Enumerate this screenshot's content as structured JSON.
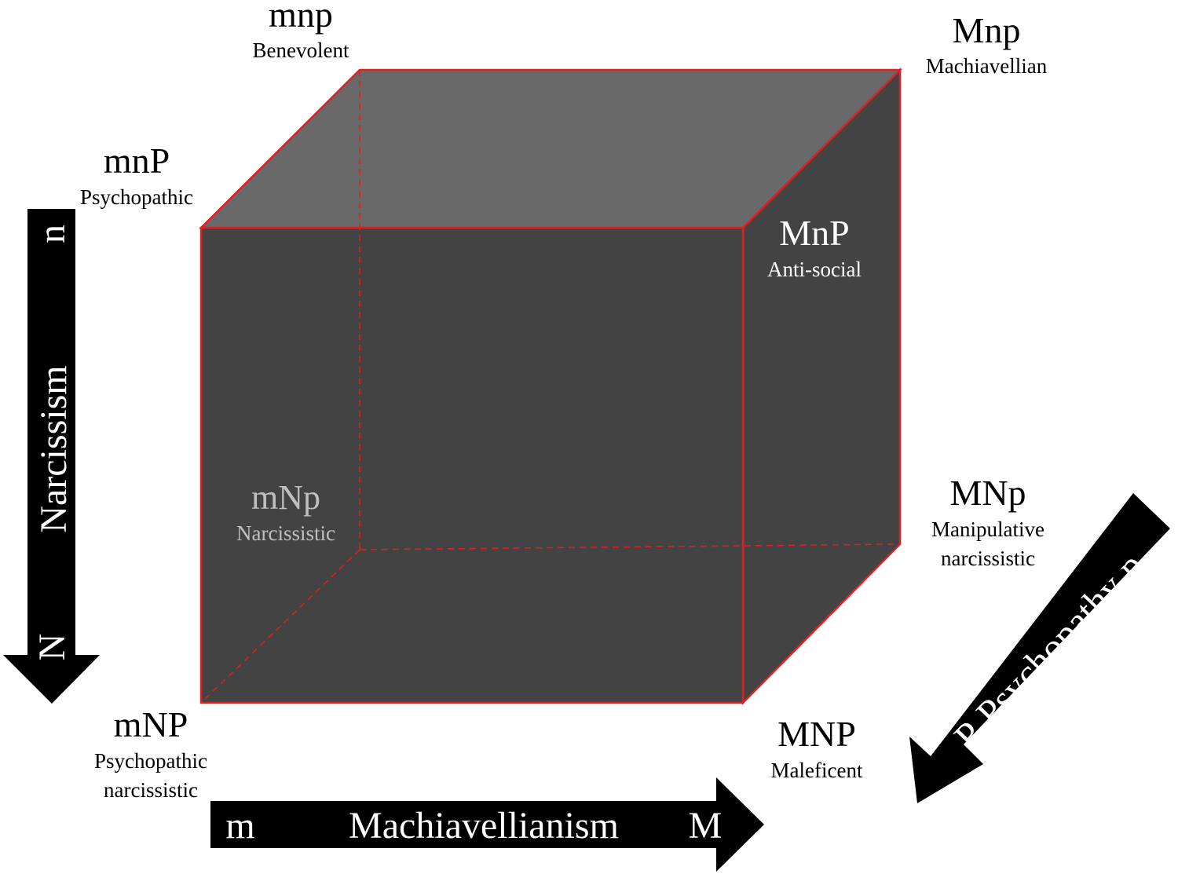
{
  "corners": {
    "mnp": {
      "code": "mnp",
      "desc": "Benevolent"
    },
    "Mnp": {
      "code": "Mnp",
      "desc": "Machiavellian"
    },
    "mnP": {
      "code": "mnP",
      "desc": "Psychopathic"
    },
    "MnP": {
      "code": "MnP",
      "desc": "Anti-social"
    },
    "mNp": {
      "code": "mNp",
      "desc": "Narcissistic"
    },
    "MNp": {
      "code": "MNp",
      "desc_line1": "Manipulative",
      "desc_line2": "narcissistic"
    },
    "mNP": {
      "code": "mNP",
      "desc_line1": "Psychopathic",
      "desc_line2": "narcissistic"
    },
    "MNP": {
      "code": "MNP",
      "desc": "Maleficent"
    }
  },
  "axes": {
    "narcissism": {
      "label": "Narcissism",
      "low": "n",
      "high": "N"
    },
    "machiavellianism": {
      "label": "Machiavellianism",
      "low": "m",
      "high": "M"
    },
    "psychopathy": {
      "label": "Psychopathy",
      "low": "p",
      "high": "P"
    }
  },
  "colors": {
    "front_face": "#434343",
    "side_face": "#434343",
    "top_face": "#696969",
    "edge": "#e02020",
    "arrow": "#000000"
  }
}
